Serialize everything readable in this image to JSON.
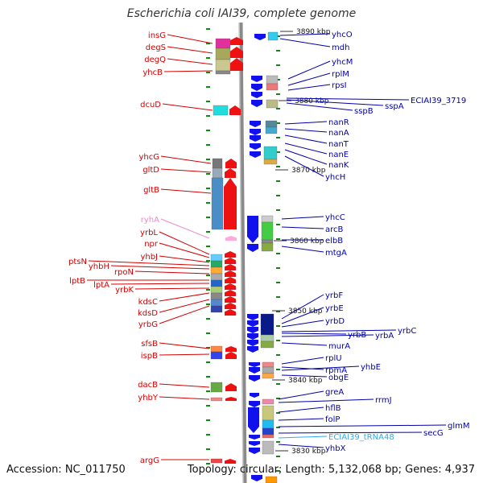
{
  "title": "Escherichia coli IAI39, complete genome",
  "footer": {
    "accession": "Accession: NC_011750",
    "topology": "Topology: circular; Length: 5,132,068 bp; Genes: 4,937"
  },
  "colors": {
    "left_label": "#d40000",
    "right_label": "#0000aa",
    "rna_label": "#ee88cc",
    "trna_label": "#33aaee",
    "backbone": "#888888",
    "tick": "#118811"
  },
  "scale_labels": [
    "3890 kbp",
    "3880 kbp",
    "3870 kbp",
    "3860 kbp",
    "3850 kbp",
    "3840 kbp",
    "3830 kbp"
  ],
  "left_genes": [
    "insG",
    "degS",
    "degQ",
    "yhcB",
    "dcuD",
    "yhcG",
    "gltD",
    "gltB",
    "ryhA",
    "yrbL",
    "npr",
    "yhbJ",
    "ptsN",
    "yhbH",
    "rpoN",
    "lptB",
    "lptA",
    "yrbK",
    "kdsC",
    "kdsD",
    "yrbG",
    "sfsB",
    "ispB",
    "dacB",
    "yhbY",
    "argG"
  ],
  "right_genes": [
    "yhcO",
    "mdh",
    "yhcM",
    "rplM",
    "rpsI",
    "ECIAI39_3719",
    "sspA",
    "sspB",
    "nanR",
    "nanA",
    "nanT",
    "nanE",
    "nanK",
    "yhcH",
    "yhcC",
    "arcB",
    "elbB",
    "mtgA",
    "yrbF",
    "yrbE",
    "yrbD",
    "yrbC",
    "yrbB",
    "yrbA",
    "murA",
    "rplU",
    "rpmA",
    "yhbE",
    "obgE",
    "greA",
    "rrmJ",
    "hflB",
    "folP",
    "glmM",
    "secG",
    "ECIAI39_tRNA48",
    "yhbX"
  ]
}
